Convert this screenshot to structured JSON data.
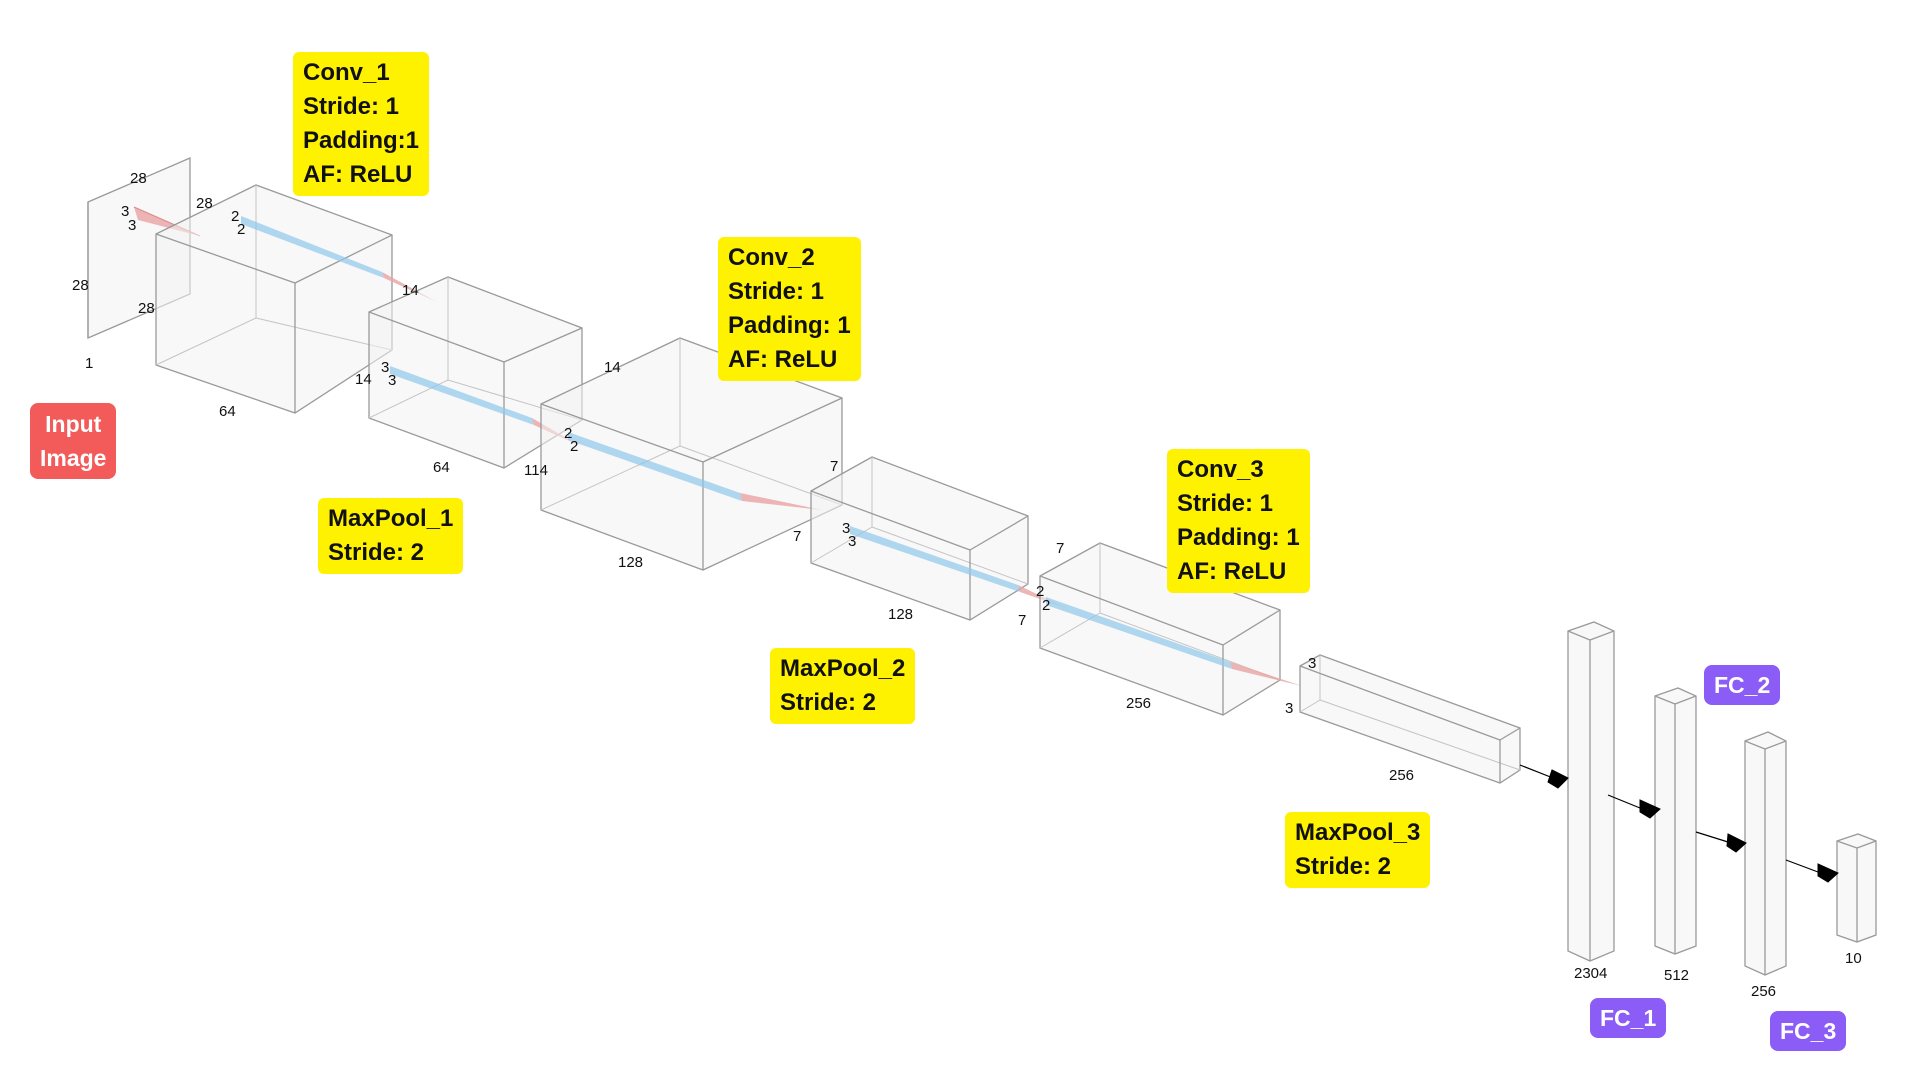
{
  "input_label": [
    "Input",
    "Image"
  ],
  "annotations": {
    "conv1": [
      "Conv_1",
      "Stride: 1",
      "Padding:1",
      "AF: ReLU"
    ],
    "conv2": [
      "Conv_2",
      "Stride: 1",
      "Padding: 1",
      "AF: ReLU"
    ],
    "conv3": [
      "Conv_3",
      "Stride: 1",
      "Padding: 1",
      "AF: ReLU"
    ],
    "pool1": [
      "MaxPool_1",
      "Stride: 2"
    ],
    "pool2": [
      "MaxPool_2",
      "Stride: 2"
    ],
    "pool3": [
      "MaxPool_3",
      "Stride: 2"
    ]
  },
  "fc_labels": {
    "fc1": "FC_1",
    "fc2": "FC_2",
    "fc3": "FC_3"
  },
  "dims": {
    "input": {
      "top": "28",
      "left": "28",
      "kernel_a": "3",
      "kernel_b": "3",
      "channels": "1"
    },
    "conv1": {
      "top": "28",
      "side": "28",
      "kernel_a": "2",
      "kernel_b": "2",
      "channels": "64"
    },
    "pool1": {
      "top": "14",
      "side": "14",
      "kernel_a": "3",
      "kernel_b": "3",
      "channels": "64"
    },
    "conv2": {
      "top": "14",
      "side": "114",
      "kernel_a": "2",
      "kernel_b": "2",
      "channels": "128"
    },
    "pool2": {
      "top": "7",
      "side": "7",
      "kernel_a": "3",
      "kernel_b": "3",
      "channels": "128"
    },
    "conv3": {
      "top": "7",
      "side": "7",
      "kernel_a": "2",
      "kernel_b": "2",
      "channels": "256"
    },
    "pool3": {
      "top": "3",
      "side": "3",
      "channels": "256"
    },
    "fc": [
      "2304",
      "512",
      "256",
      "10"
    ]
  },
  "colors": {
    "highlight": "#fff200",
    "input_tag": "#f35a5a",
    "fc_tag": "#8b5cf6",
    "conv_kernel": "#8ec8ea",
    "pool_kernel": "#e8a2a2"
  }
}
